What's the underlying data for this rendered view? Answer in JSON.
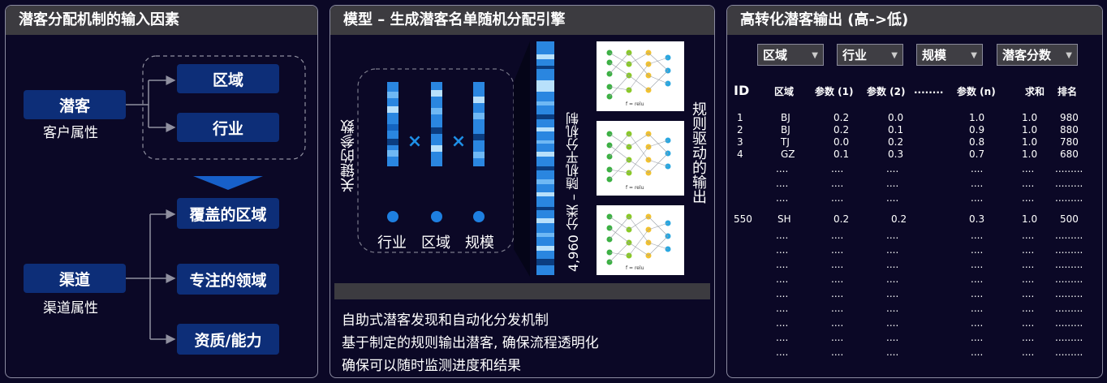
{
  "left": {
    "header": "潜客分配机制的输入因素",
    "prospect": {
      "label": "潜客",
      "sub": "客户属性"
    },
    "channel": {
      "label": "渠道",
      "sub": "渠道属性"
    },
    "prospect_items": [
      "区域",
      "行业"
    ],
    "channel_items": [
      "覆盖的区域",
      "专注的领域",
      "资质/能力"
    ]
  },
  "mid": {
    "header": "模型 – 生成潜客名单随机分配引擎",
    "params_label": "关键的参数",
    "params": [
      "行业",
      "区域",
      "规模"
    ],
    "combos_label": "4,960 分类 – 随机平分机制",
    "rules_label": "规则驱动的输出",
    "nn_caption": "f = relu",
    "notes": [
      "自助式潜客发现和自动化分发机制",
      "基于制定的规则输出潜客, 确保流程透明化",
      "确保可以随时监测进度和结果"
    ]
  },
  "right": {
    "header": "高转化潜客输出 (高->低)",
    "filters": [
      "区域",
      "行业",
      "规模",
      "潜客分数"
    ],
    "columns": {
      "id": "ID",
      "region": "区域",
      "p1": "参数 (1)",
      "p2": "参数 (2)",
      "dots": "........",
      "pn": "参数 (n)",
      "sum": "求和",
      "rank": "排名"
    },
    "rows": [
      [
        "1",
        "BJ",
        "0.2",
        "0.0",
        "1.0",
        "1.0",
        "980"
      ],
      [
        "2",
        "BJ",
        "0.2",
        "0.1",
        "0.9",
        "1.0",
        "880"
      ],
      [
        "3",
        "TJ",
        "0.0",
        "0.2",
        "0.8",
        "1.0",
        "780"
      ],
      [
        "4",
        "GZ",
        "0.1",
        "0.3",
        "0.7",
        "1.0",
        "680"
      ]
    ],
    "last_row": [
      "550",
      "SH",
      "0.2",
      "0.2",
      "0.3",
      "1.0",
      "500"
    ],
    "ellipsis": "....",
    "ellipsis_long": ".........",
    "ellipsis_mid": "......"
  },
  "colors": {
    "bg": "#0b0826",
    "pill": "#0d2e78",
    "header": "#3c3b40",
    "accent": "#1e8fe6",
    "border": "#8a8aa0"
  }
}
